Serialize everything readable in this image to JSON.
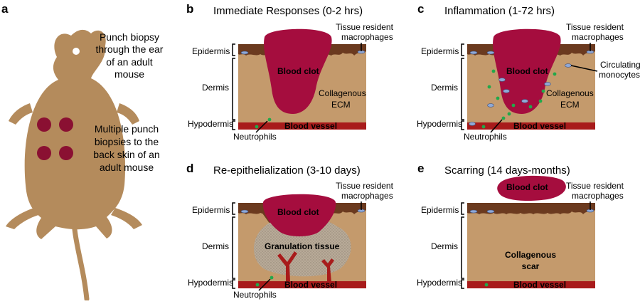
{
  "colors": {
    "skin": "#c49a6c",
    "epidermis": "#6b3a1f",
    "clot": "#a50d3e",
    "vessel": "#a81b1b",
    "neutrophil": "#22a84a",
    "macrophage": "#8fa8d6",
    "mouse": "#b48b5c",
    "granulation": "#b8aa98"
  },
  "panel_a": {
    "label": "a",
    "text1": [
      "Punch biopsy",
      "through the ear",
      "of an adult",
      "mouse"
    ],
    "text2": [
      "Multiple punch",
      "biopsies to the",
      "back skin of an",
      "adult mouse"
    ]
  },
  "panels": {
    "b": {
      "label": "b",
      "title": "Immediate Responses (0-2 hrs)",
      "epidermis": "Epidermis",
      "dermis": "Dermis",
      "hypodermis": "Hypodermis",
      "macrophages": [
        "Tissue resident",
        "macrophages"
      ],
      "clot": "Blood clot",
      "ecm": [
        "Collagenous",
        "ECM"
      ],
      "vessel": "Blood vessel",
      "neutrophils": "Neutrophils"
    },
    "c": {
      "label": "c",
      "title": "Inflammation (1-72 hrs)",
      "epidermis": "Epidermis",
      "dermis": "Dermis",
      "hypodermis": "Hypodermis",
      "macrophages": [
        "Tissue resident",
        "macrophages"
      ],
      "monocytes": [
        "Circulating",
        "monocytes"
      ],
      "clot": "Blood clot",
      "ecm": [
        "Collagenous",
        "ECM"
      ],
      "vessel": "Blood vessel",
      "neutrophils": "Neutrophils"
    },
    "d": {
      "label": "d",
      "title": "Re-epithelialization (3-10 days)",
      "epidermis": "Epidermis",
      "dermis": "Dermis",
      "hypodermis": "Hypodermis",
      "macrophages": [
        "Tissue resident",
        "macrophages"
      ],
      "clot": "Blood clot",
      "granulation": "Granulation tissue",
      "vessel": "Blood vessel",
      "neutrophils": "Neutrophils"
    },
    "e": {
      "label": "e",
      "title": "Scarring (14 days-months)",
      "epidermis": "Epidermis",
      "dermis": "Dermis",
      "hypodermis": "Hypodermis",
      "macrophages": [
        "Tissue resident",
        "macrophages"
      ],
      "clot": "Blood clot",
      "scar": [
        "Collagenous",
        "scar"
      ],
      "vessel": "Blood vessel"
    }
  }
}
